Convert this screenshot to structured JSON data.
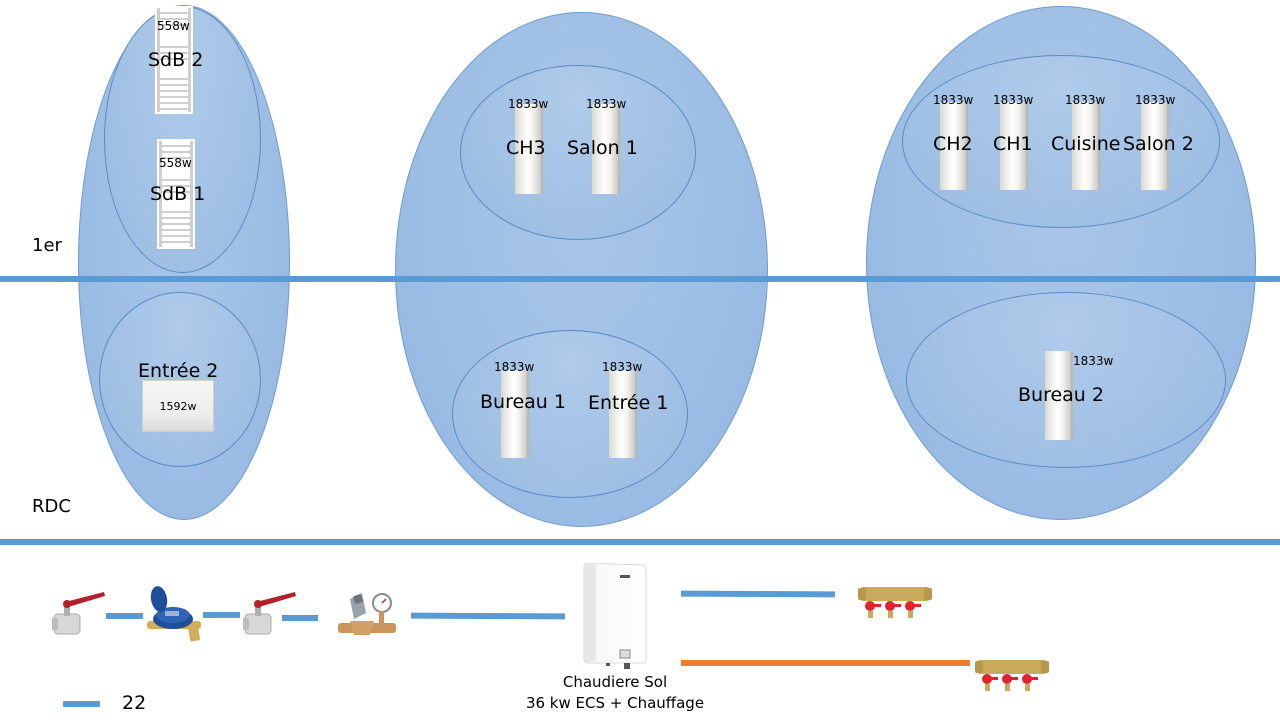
{
  "floors": {
    "upper_label": "1er",
    "ground_label": "RDC"
  },
  "zones": [
    {
      "id": "zone-left",
      "rooms": [
        {
          "name": "SdB 2",
          "power": "558w",
          "emitter": "towel-radiator"
        },
        {
          "name": "SdB 1",
          "power": "558w",
          "emitter": "towel-radiator"
        },
        {
          "name": "Entrée 2",
          "power": "1592w",
          "emitter": "panel-radiator"
        }
      ]
    },
    {
      "id": "zone-center",
      "rooms": [
        {
          "name": "CH3",
          "power": "1833w",
          "emitter": "vertical-radiator"
        },
        {
          "name": "Salon 1",
          "power": "1833w",
          "emitter": "vertical-radiator"
        },
        {
          "name": "Bureau 1",
          "power": "1833w",
          "emitter": "vertical-radiator"
        },
        {
          "name": "Entrée 1",
          "power": "1833w",
          "emitter": "vertical-radiator"
        }
      ]
    },
    {
      "id": "zone-right",
      "rooms": [
        {
          "name": "CH2",
          "power": "1833w",
          "emitter": "vertical-radiator"
        },
        {
          "name": "CH1",
          "power": "1833w",
          "emitter": "vertical-radiator"
        },
        {
          "name": "Cuisine",
          "power": "1833w",
          "emitter": "vertical-radiator"
        },
        {
          "name": "Salon 2",
          "power": "1833w",
          "emitter": "vertical-radiator"
        },
        {
          "name": "Bureau 2",
          "power": "1833w",
          "emitter": "vertical-radiator"
        }
      ]
    }
  ],
  "supply_chain": {
    "components": [
      "ball-valve",
      "water-meter",
      "ball-valve",
      "pressure-reducer",
      "boiler",
      "manifold-cold",
      "manifold-hot"
    ],
    "boiler_caption_line1": "Chaudiere Sol",
    "boiler_caption_line2": "36 kw ECS + Chauffage"
  },
  "legend": {
    "pipe_label": "22"
  },
  "colors": {
    "floor_line": "#5b9bd5",
    "cold_pipe": "#5b9bd5",
    "hot_pipe": "#ed7d31",
    "zone_fill": "#9dbde4",
    "valve_red": "#c0262d",
    "meter_blue": "#1f4e9c",
    "brass": "#c9a95c"
  }
}
